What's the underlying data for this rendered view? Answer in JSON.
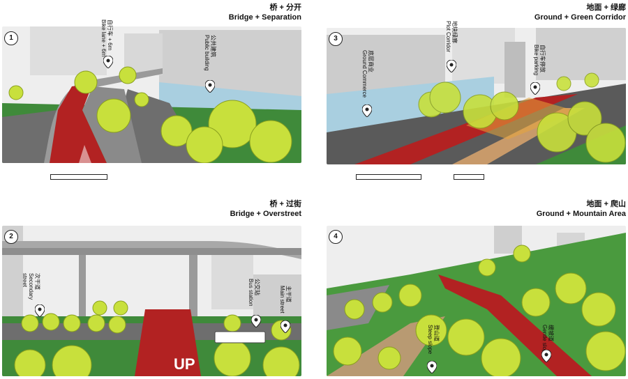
{
  "panels": [
    {
      "number": "1",
      "title_cn": "桥 + 分开",
      "title_en": "Bridge + Separation",
      "labels": [
        {
          "cn": "自行车 + 6m",
          "en": "Bike lane + 6m"
        },
        {
          "cn": "公共建筑",
          "en": "Public building"
        }
      ]
    },
    {
      "number": "3",
      "title_cn": "地面 + 绿廊",
      "title_en": "Ground + Green Corridor",
      "labels": [
        {
          "cn": "底层商业",
          "en": "Ground Commerce"
        },
        {
          "cn": "地块绿廊",
          "en": "Plot Corridor"
        },
        {
          "cn": "自行车停放",
          "en": "Bike parking"
        }
      ]
    },
    {
      "number": "2",
      "title_cn": "桥 + 过街",
      "title_en": "Bridge + Overstreet",
      "labels": [
        {
          "cn": "次干道",
          "en": "Secondary street"
        },
        {
          "cn": "公交站",
          "en": "Bus station"
        },
        {
          "cn": "主干道",
          "en": "Main street"
        }
      ],
      "road_mark": "UP"
    },
    {
      "number": "4",
      "title_cn": "地面 + 爬山",
      "title_en": "Ground + Mountain Area",
      "labels": [
        {
          "cn": "登山道",
          "en": "Steep slope"
        },
        {
          "cn": "缓坡道",
          "en": "Gentle slope"
        }
      ]
    }
  ],
  "colors": {
    "bike_lane": "#b22222",
    "tree": "#c8e03c",
    "grass": "#3f8a3a",
    "road": "#6e6e6e",
    "building": "#d4d4d4",
    "water": "#a9cfe0"
  }
}
